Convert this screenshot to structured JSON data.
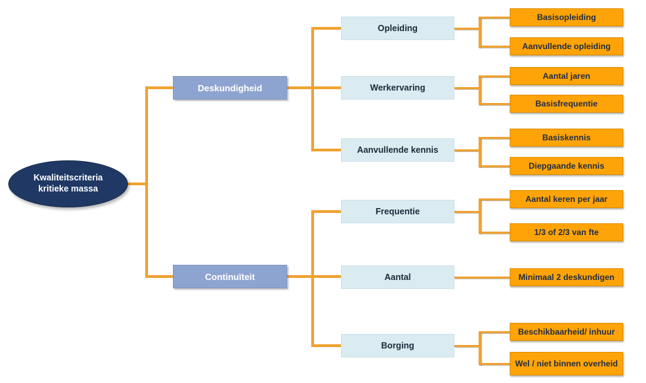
{
  "diagram": {
    "colors": {
      "root_fill": "#1F3864",
      "branch_fill": "#8EA4D0",
      "sub_fill": "#DAEBF1",
      "leaf_fill": "#FFA408",
      "connector": "#F0A231",
      "root_text": "#FFFFFF",
      "branch_text": "#FFFFFF",
      "box_text": "#1F2C45"
    },
    "nodes": {
      "root": {
        "label": "Kwaliteitscriteria kritieke massa"
      },
      "deskundigheid": {
        "label": "Deskundigheid"
      },
      "continuiteit": {
        "label": "Continuïteit"
      },
      "opleiding": {
        "label": "Opleiding"
      },
      "werkervaring": {
        "label": "Werkervaring"
      },
      "aanvullende_kennis": {
        "label": "Aanvullende kennis"
      },
      "frequentie": {
        "label": "Frequentie"
      },
      "aantal": {
        "label": "Aantal"
      },
      "borging": {
        "label": "Borging"
      },
      "basisopleiding": {
        "label": "Basisopleiding"
      },
      "aanvullende_opleiding": {
        "label": "Aanvullende opleiding"
      },
      "aantal_jaren": {
        "label": "Aantal jaren"
      },
      "basisfrequentie": {
        "label": "Basisfrequentie"
      },
      "basiskennis": {
        "label": "Basiskennis"
      },
      "diepgaande_kennis": {
        "label": "Diepgaande kennis"
      },
      "aantal_keren_per_jaar": {
        "label": "Aantal keren per jaar"
      },
      "fte": {
        "label": "1/3 of 2/3 van fte"
      },
      "minimaal_2_deskundigen": {
        "label": "Minimaal 2 deskundigen"
      },
      "beschikbaarheid_inhuur": {
        "label": "Beschikbaarheid/ inhuur"
      },
      "wel_niet_binnen_overheid": {
        "label": "Wel / niet binnen overheid"
      }
    },
    "edges": [
      {
        "from": "root",
        "to": "deskundigheid"
      },
      {
        "from": "root",
        "to": "continuiteit"
      },
      {
        "from": "deskundigheid",
        "to": "opleiding"
      },
      {
        "from": "deskundigheid",
        "to": "werkervaring"
      },
      {
        "from": "deskundigheid",
        "to": "aanvullende_kennis"
      },
      {
        "from": "continuiteit",
        "to": "frequentie"
      },
      {
        "from": "continuiteit",
        "to": "aantal"
      },
      {
        "from": "continuiteit",
        "to": "borging"
      },
      {
        "from": "opleiding",
        "to": "basisopleiding"
      },
      {
        "from": "opleiding",
        "to": "aanvullende_opleiding"
      },
      {
        "from": "werkervaring",
        "to": "aantal_jaren"
      },
      {
        "from": "werkervaring",
        "to": "basisfrequentie"
      },
      {
        "from": "aanvullende_kennis",
        "to": "basiskennis"
      },
      {
        "from": "aanvullende_kennis",
        "to": "diepgaande_kennis"
      },
      {
        "from": "frequentie",
        "to": "aantal_keren_per_jaar"
      },
      {
        "from": "frequentie",
        "to": "fte"
      },
      {
        "from": "aantal",
        "to": "minimaal_2_deskundigen"
      },
      {
        "from": "borging",
        "to": "beschikbaarheid_inhuur"
      },
      {
        "from": "borging",
        "to": "wel_niet_binnen_overheid"
      }
    ]
  }
}
